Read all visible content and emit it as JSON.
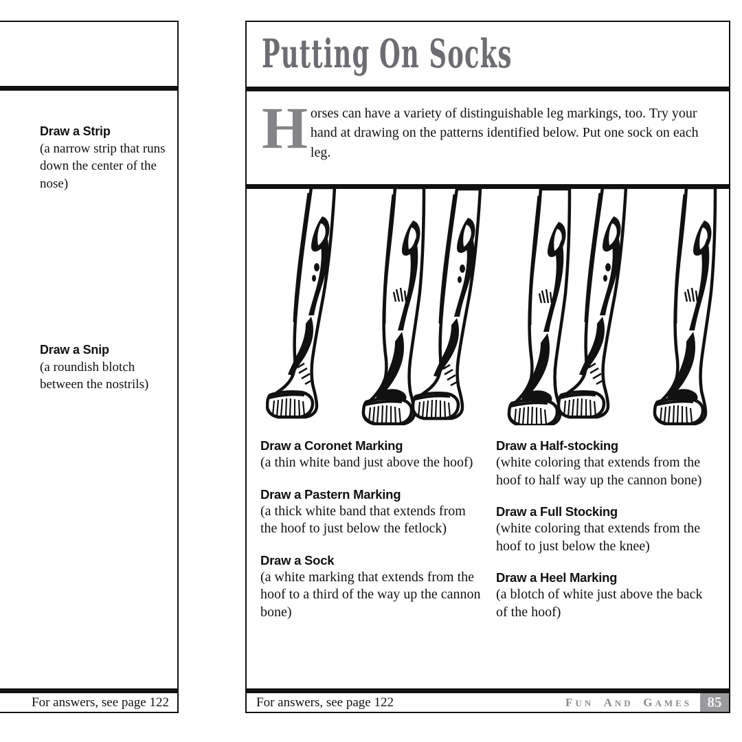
{
  "left_page": {
    "entries": [
      {
        "heading": "Draw a Strip",
        "description": "(a narrow strip that runs down the center of the nose)"
      },
      {
        "heading": "Draw a Snip",
        "description": "(a roundish blotch between the nostrils)"
      }
    ],
    "footer": {
      "answers_note": "For answers, see page 122"
    }
  },
  "right_page": {
    "title": "Putting On Socks",
    "intro": {
      "dropcap": "H",
      "text": "orses can have a variety of distinguishable leg markings, too. Try your hand at drawing on the patterns identified below. Put one sock on each leg."
    },
    "illustration": {
      "caption_name": "horse-legs-line-drawing",
      "pair_count": 3,
      "legs_per_pair": 2
    },
    "instructions": {
      "left_column": [
        {
          "heading": "Draw a Coronet Marking",
          "description": "(a thin white band just above the hoof)"
        },
        {
          "heading": "Draw a Pastern Marking",
          "description": "(a thick white band that extends from the hoof to just below the fetlock)"
        },
        {
          "heading": "Draw a Sock",
          "description": "(a white marking that extends from the hoof to a third of the way up the cannon bone)"
        }
      ],
      "right_column": [
        {
          "heading": "Draw a Half-stocking",
          "description": "(white coloring that extends from the hoof to half way up the cannon bone)"
        },
        {
          "heading": "Draw a Full Stocking",
          "description": "(white coloring that extends from the hoof to just below the knee)"
        },
        {
          "heading": "Draw a Heel Marking",
          "description": "(a blotch of white just above the back of the hoof)"
        }
      ]
    },
    "footer": {
      "answers_note": "For answers, see page 122",
      "running_head": "FUN AND GAMES",
      "page_number": "85"
    }
  },
  "colors": {
    "title_gray": "#6c6c72",
    "dropcap_gray": "#858589",
    "running_head_gray": "#8b8b90",
    "page_number_box": "#9a9a9e",
    "rule_black": "#111111",
    "paper_white": "#ffffff"
  }
}
